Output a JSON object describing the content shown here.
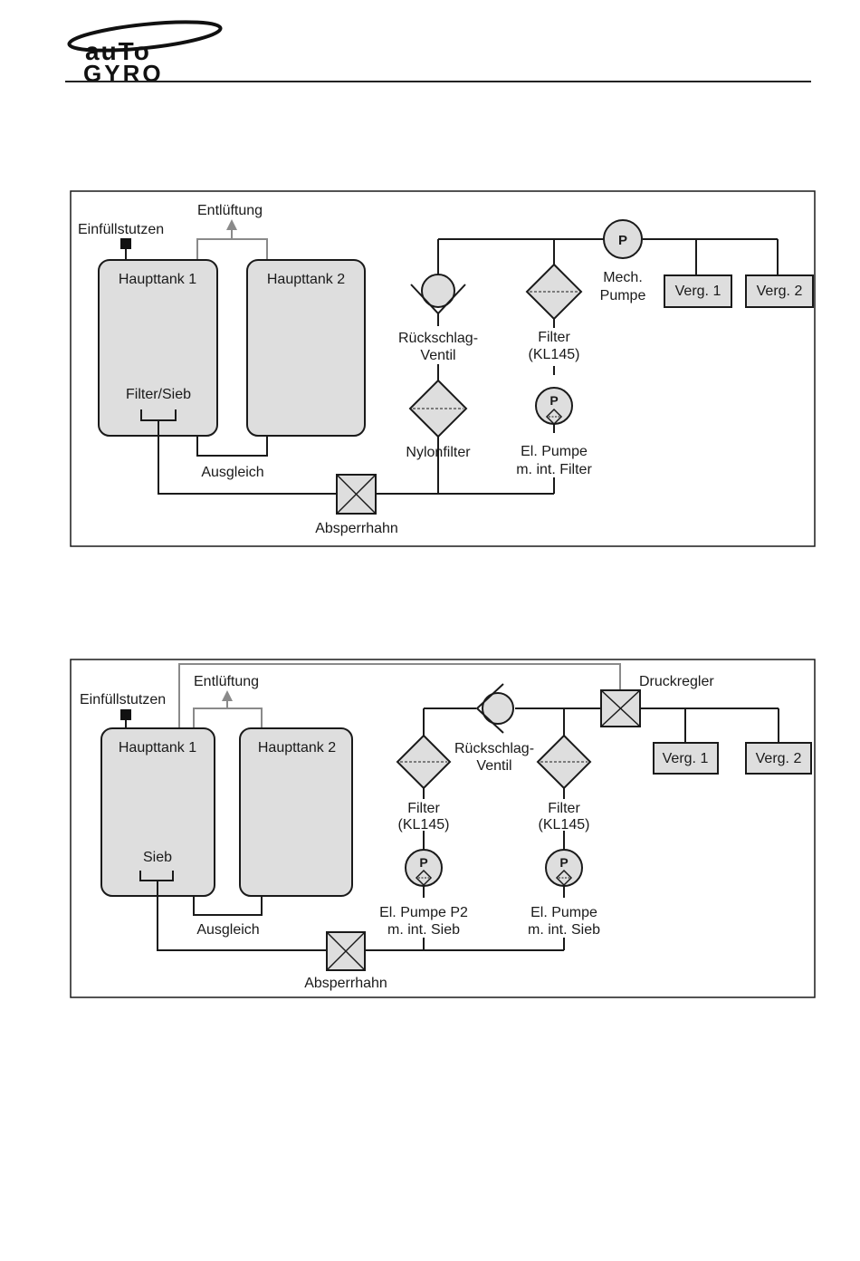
{
  "logo": {
    "text_top": "auTo",
    "text_bottom": "GYRO"
  },
  "diagram1": {
    "fill_neck": "Einfüllstutzen",
    "vent": "Entlüftung",
    "tank1": "Haupttank 1",
    "tank2": "Haupttank 2",
    "tank_filter": "Filter/Sieb",
    "balance": "Ausgleich",
    "shutoff": "Absperrhahn",
    "check_valve_1": "Rückschlag-",
    "check_valve_2": "Ventil",
    "nylon_filter": "Nylonfilter",
    "filter_1": "Filter",
    "filter_2": "(KL145)",
    "pump_letter": "P",
    "epump_1": "El. Pumpe",
    "epump_2": "m. int. Filter",
    "mech_1": "Mech.",
    "mech_2": "Pumpe",
    "carb1": "Verg. 1",
    "carb2": "Verg. 2"
  },
  "diagram2": {
    "fill_neck": "Einfüllstutzen",
    "vent": "Entlüftung",
    "tank1": "Haupttank 1",
    "tank2": "Haupttank 2",
    "tank_filter": "Sieb",
    "balance": "Ausgleich",
    "shutoff": "Absperrhahn",
    "check_valve_1": "Rückschlag-",
    "check_valve_2": "Ventil",
    "pressure_reg": "Druckregler",
    "filter_l_1": "Filter",
    "filter_l_2": "(KL145)",
    "filter_r_1": "Filter",
    "filter_r_2": "(KL145)",
    "pump_letter": "P",
    "epump_l_1": "El. Pumpe P2",
    "epump_l_2": "m. int. Sieb",
    "epump_r_1": "El. Pumpe",
    "epump_r_2": "m. int. Sieb",
    "carb1": "Verg. 1",
    "carb2": "Verg. 2"
  },
  "colors": {
    "fill": "#dedede",
    "line": "#1a1a1a",
    "vent_line": "#8a8a8a"
  }
}
